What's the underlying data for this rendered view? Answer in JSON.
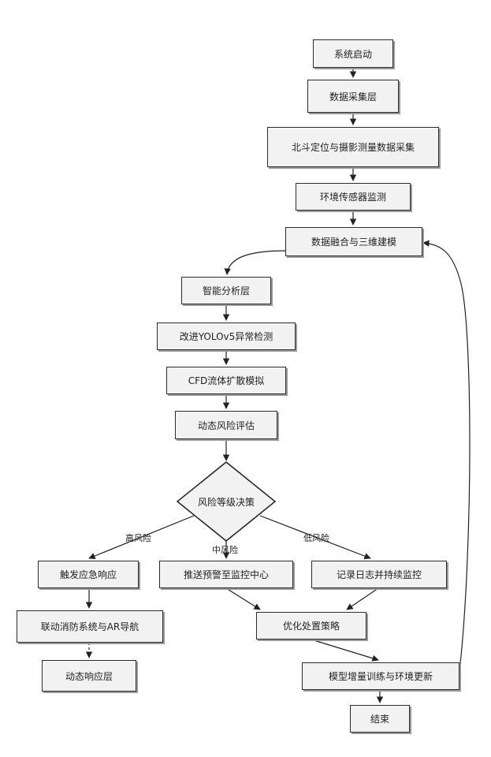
{
  "nodes": {
    "start": "系统启动",
    "data_layer": "数据采集层",
    "beidou": "北斗定位与摄影测量数据采集",
    "env_sensor": "环境传感器监测",
    "fusion": "数据融合与三维建模",
    "analysis_layer": "智能分析层",
    "yolo": "改进YOLOv5异常检测",
    "cfd": "CFD流体扩散模拟",
    "risk_eval": "动态风险评估",
    "decision": "风险等级决策",
    "emergency": "触发应急响应",
    "push_alert": "推送预警至监控中心",
    "log_monitor": "记录日志并持续监控",
    "linkage": "联动消防系统与AR导航",
    "optimize": "优化处置策略",
    "dynamic_resp": "动态响应层",
    "model_update": "模型增量训练与环境更新",
    "end": "结束"
  },
  "edge_labels": {
    "high": "高风险",
    "mid": "中风险",
    "low": "低风险"
  }
}
